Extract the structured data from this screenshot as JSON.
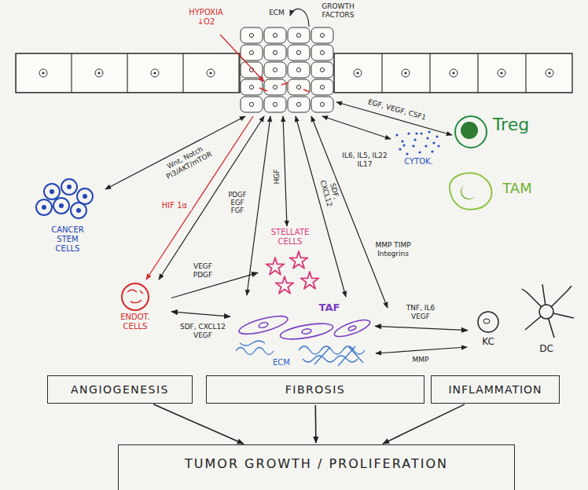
{
  "diagram": {
    "nodes": [
      {
        "text": [
          "Treg"
        ]
      },
      {
        "text": [
          "CYTOK."
        ]
      },
      {
        "text": [
          "TAM"
        ]
      },
      {
        "text": [
          "CANCER STEM CELLS"
        ]
      },
      {
        "text": [
          "STELLATE CELLS"
        ]
      },
      {
        "text": [
          "ENDOT. CELLS"
        ]
      },
      {
        "text": [
          "TAF"
        ]
      },
      {
        "text": [
          "KC"
        ]
      },
      {
        "text": [
          "DC"
        ]
      },
      {
        "text": [
          "ANGIOGENESIS"
        ]
      },
      {
        "text": [
          "FIBROSIS"
        ]
      },
      {
        "text": [
          "INFLAMMATION"
        ]
      },
      {
        "text": [
          "TUMOR GROWTH / PROLIFERATION"
        ]
      }
    ],
    "edges": [
      {
        "from": 5,
        "to": 4,
        "label": "VEGF PDGF",
        "arrow": "to"
      },
      {
        "from": 6,
        "to": 5,
        "label": "SDF, CXCL12 VEGF",
        "arrow": "both"
      },
      {
        "from": 6,
        "to": 7,
        "label": "TNF, IL6 VEGF",
        "arrow": "both"
      },
      {
        "from": 9,
        "to": 12,
        "arrow": "to"
      },
      {
        "from": 10,
        "to": 12,
        "arrow": "to"
      },
      {
        "from": 11,
        "to": 12,
        "arrow": "to"
      }
    ],
    "labels": [
      "HYPOXIA ↓O2",
      "ECM",
      "GROWTH FACTORS",
      "Wnt, Notch PI3/AKT/mTOR",
      "HIF 1α",
      "PDGF EGF FGF",
      "HGF",
      "SDF, CXCL12",
      "IL6, IL5, IL22 IL17",
      "MMP TIMP Integrins",
      "EGF, VEGF, CSF1",
      "ECM",
      "MMP"
    ]
  }
}
